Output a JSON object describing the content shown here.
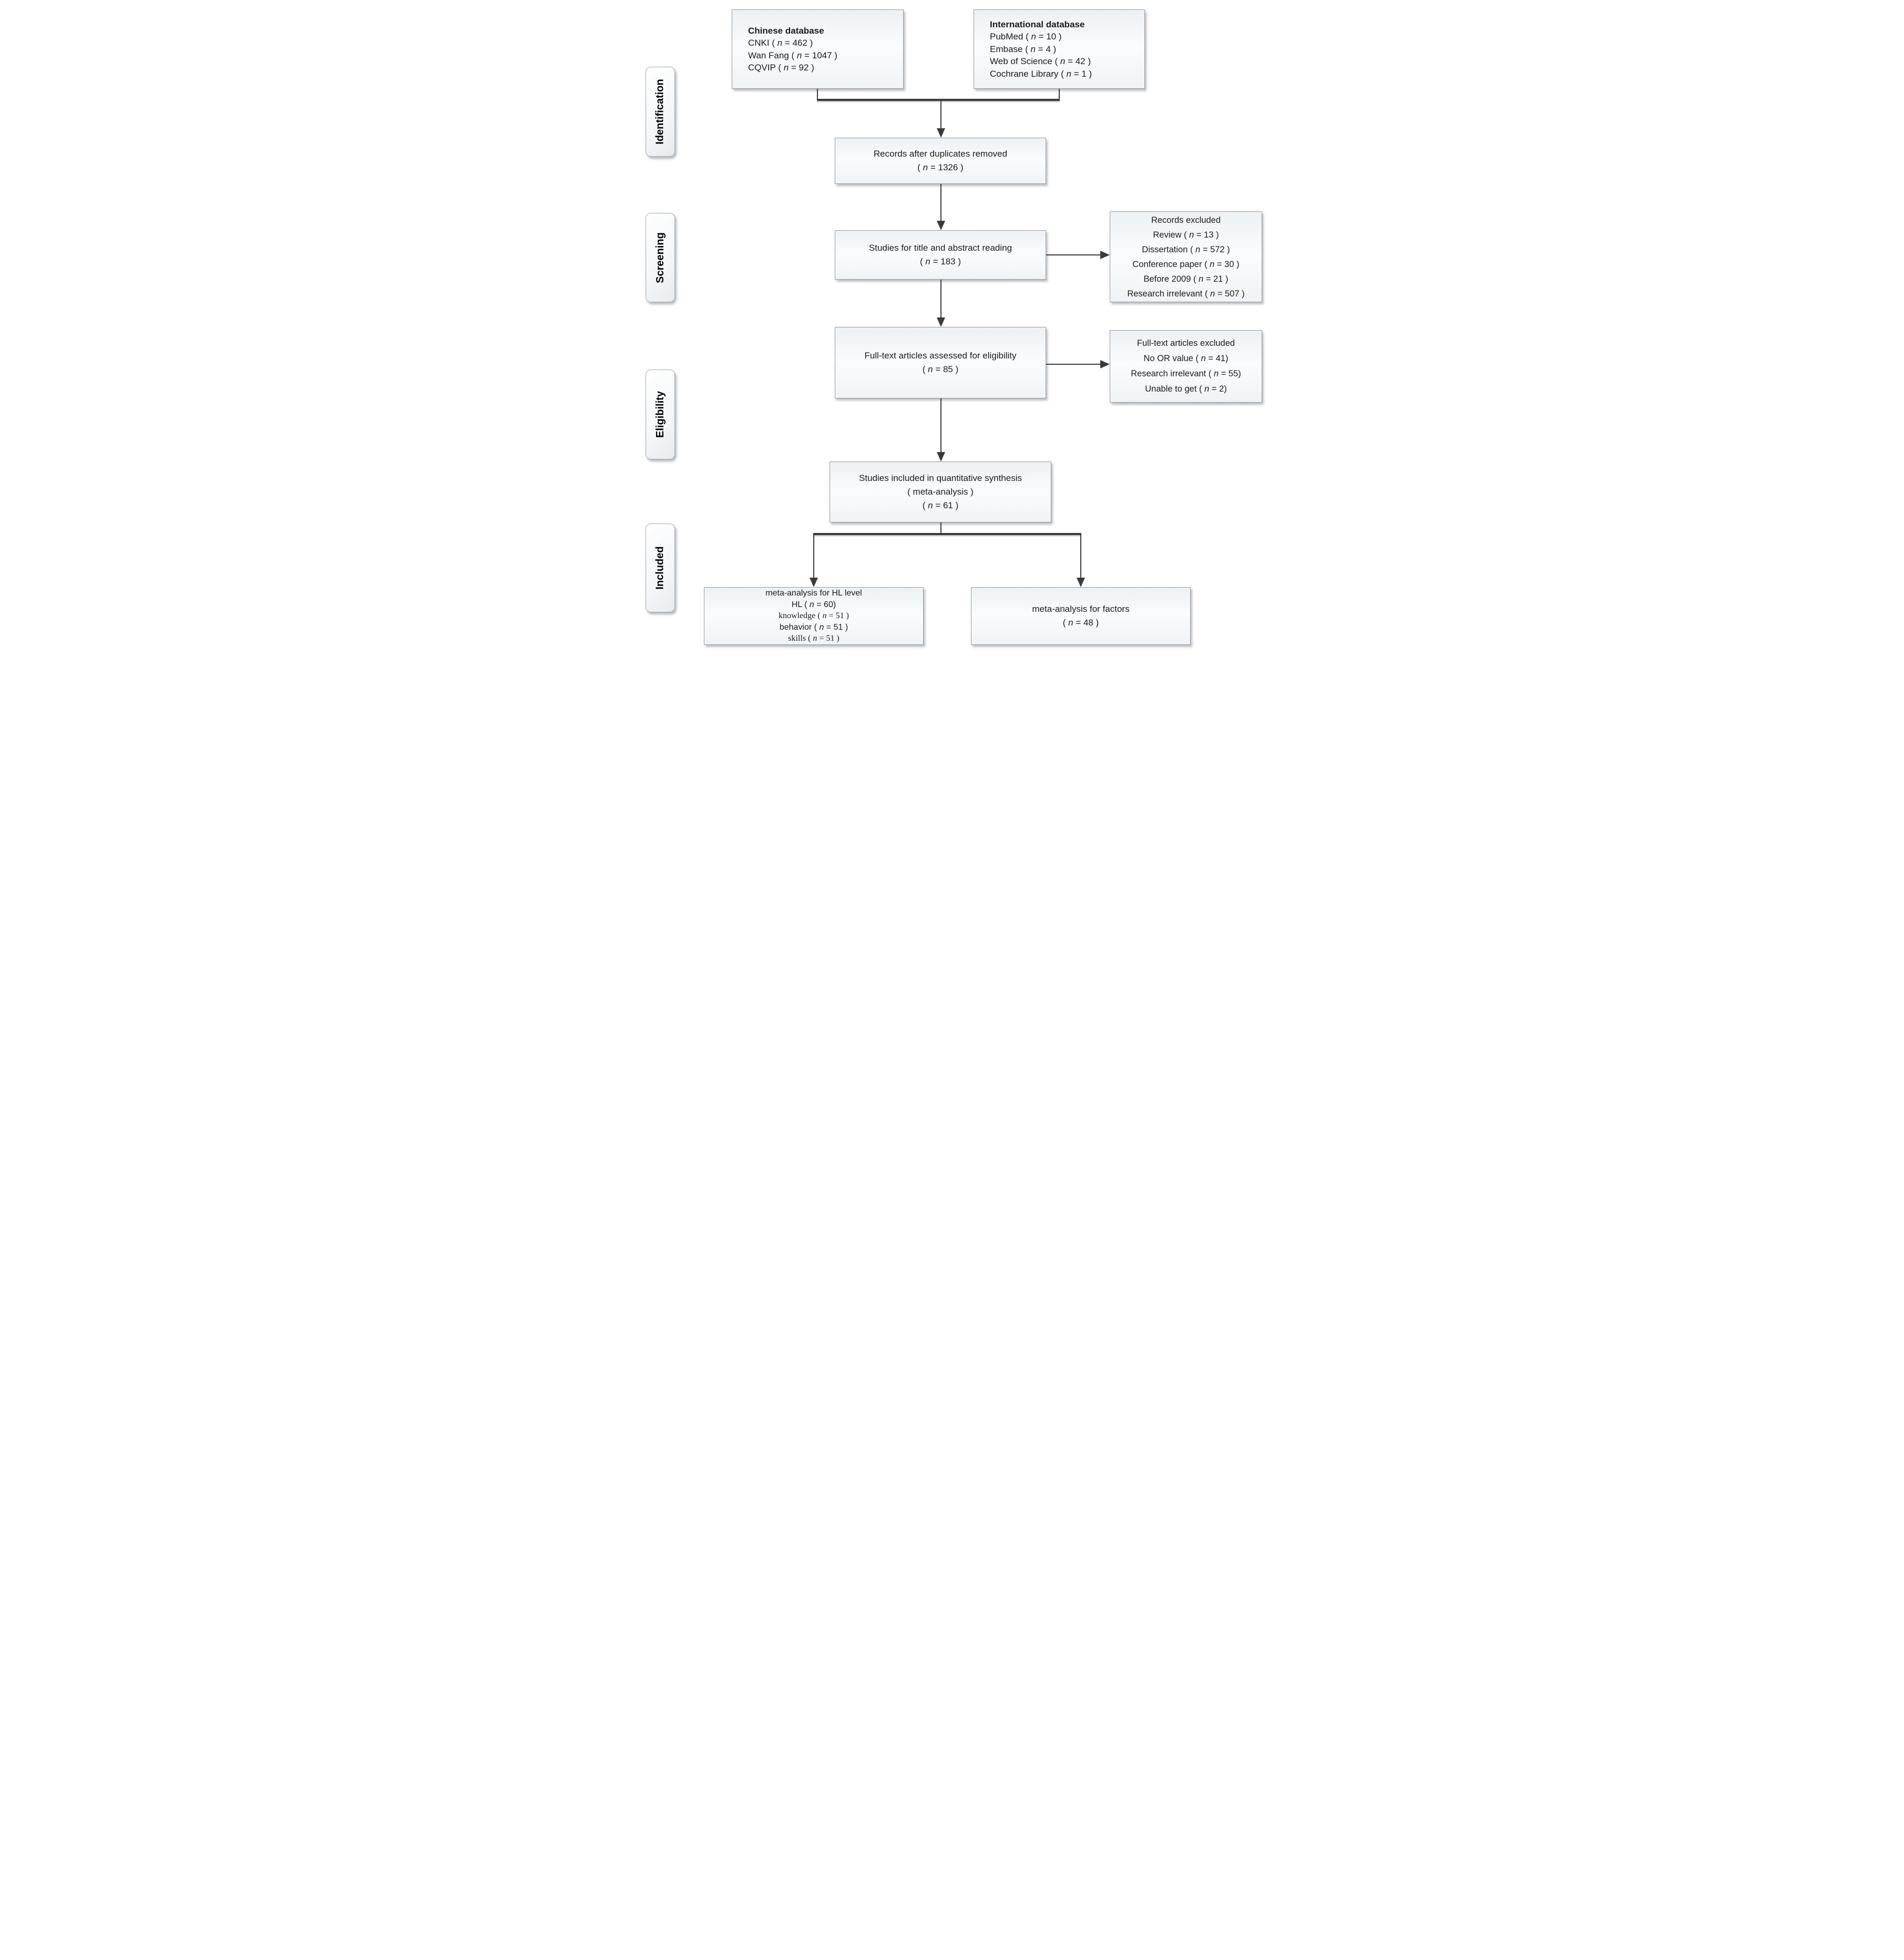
{
  "figure": {
    "type": "prisma-flow-diagram",
    "colors": {
      "line": "#3a3a3a",
      "box_border": "#969ba0",
      "box_fill_top": "#edf1f4",
      "box_fill_mid": "#fafcfd",
      "text": "#1a1a1a"
    }
  },
  "stages": [
    {
      "label": "Identification"
    },
    {
      "label": "Screening"
    },
    {
      "label": "Eligibility"
    },
    {
      "label": "Included"
    }
  ],
  "boxes": {
    "chinese": {
      "title": "Chinese database",
      "lines": [
        "CNKI ( n = 462 )",
        "Wan Fang ( n = 1047 )",
        "CQVIP ( n = 92 )"
      ]
    },
    "international": {
      "title": "International database",
      "lines": [
        "PubMed ( n = 10 )",
        "Embase ( n = 4 )",
        "Web of Science ( n = 42 )",
        "Cochrane Library ( n = 1 )"
      ]
    },
    "duplicates": {
      "lines": [
        "Records after duplicates removed",
        "( n = 1326 )"
      ]
    },
    "title_abstract": {
      "lines": [
        "Studies for title and abstract reading",
        "( n = 183 )"
      ]
    },
    "records_excluded": {
      "lines": [
        "Records excluded",
        "Review ( n = 13 )",
        "Dissertation ( n = 572 )",
        "Conference paper ( n = 30 )",
        "Before 2009 ( n = 21 )",
        "Research irrelevant ( n = 507 )"
      ]
    },
    "fulltext": {
      "lines": [
        "Full-text articles assessed for eligibility",
        "( n = 85 )"
      ]
    },
    "fulltext_excluded": {
      "lines": [
        "Full-text articles excluded",
        "No OR value ( n = 41)",
        "Research irrelevant ( n = 55)",
        "Unable to get ( n = 2)"
      ]
    },
    "included_synthesis": {
      "lines": [
        "Studies included in quantitative synthesis",
        "( meta-analysis )",
        "( n = 61 )"
      ]
    },
    "meta_hl": {
      "lines": [
        "meta-analysis for HL level",
        "HL ( n = 60)",
        "knowledge ( n = 51 )",
        "behavior ( n = 51 )",
        "skills ( n = 51 )"
      ]
    },
    "meta_factors": {
      "lines": [
        "meta-analysis for factors",
        "( n = 48 )"
      ]
    }
  }
}
